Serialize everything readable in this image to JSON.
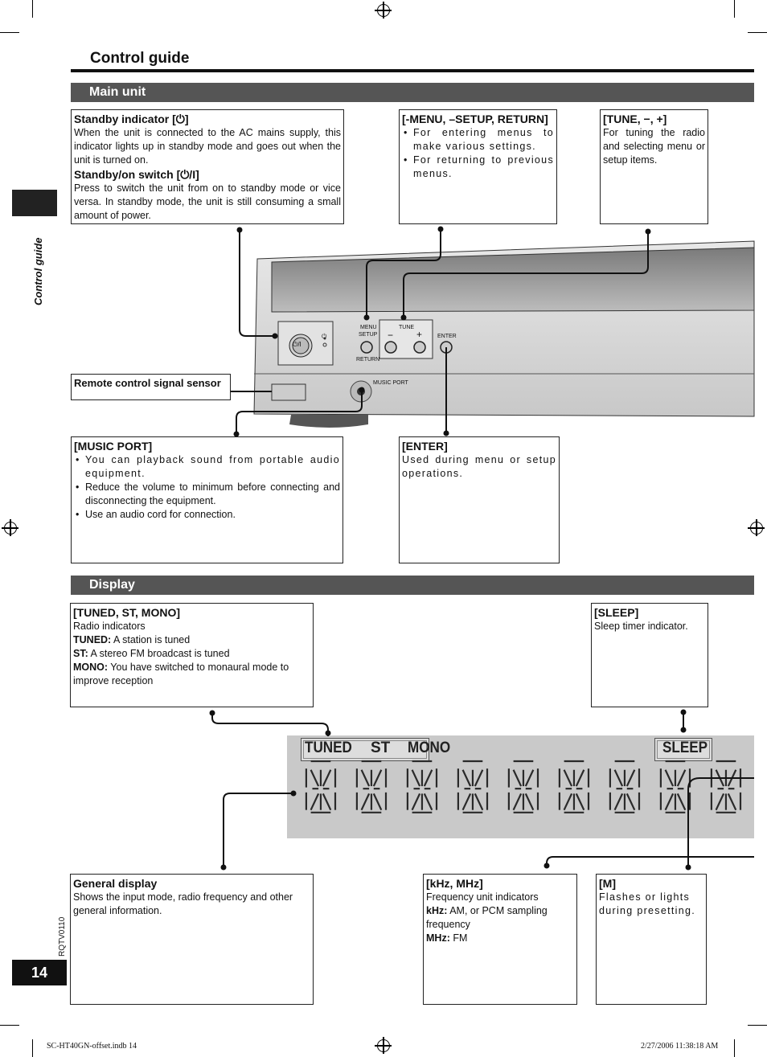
{
  "page": {
    "title": "Control guide",
    "side_label": "Control guide",
    "page_number": "14",
    "doc_code": "RQTV0110",
    "footer_left": "SC-HT40GN-offset.indb   14",
    "footer_right": "2/27/2006   11:38:18 AM"
  },
  "main_unit": {
    "heading": "Main unit",
    "standby": {
      "title": "Standby indicator [⏻]",
      "text": "When the unit is connected to the AC mains supply, this indicator lights up in standby mode and goes out when the unit is turned on.",
      "switch_title": "Standby/on switch [⏻/I]",
      "switch_text": "Press to switch the unit from on to standby mode or vice versa. In standby mode, the unit is still consuming a small amount of power."
    },
    "menu": {
      "title": "[-MENU, –SETUP, RETURN]",
      "items": [
        "For entering menus to make various settings.",
        "For returning to previous menus."
      ]
    },
    "tune": {
      "title": "[TUNE, −, +]",
      "text": "For tuning the radio and selecting menu or setup items."
    },
    "remote": {
      "title": "Remote control signal sensor"
    },
    "music_port": {
      "title": "[MUSIC PORT]",
      "items": [
        "You can playback sound from portable audio equipment.",
        "Reduce the volume to minimum before connecting and disconnecting the equipment.",
        "Use an audio cord for connection."
      ]
    },
    "enter": {
      "title": "[ENTER]",
      "text": "Used during menu or setup operations."
    },
    "device_labels": {
      "menu": "MENU",
      "setup": "SETUP",
      "return": "RETURN",
      "tune": "TUNE",
      "minus": "−",
      "plus": "+",
      "enter": "ENTER",
      "music_port": "MUSIC PORT",
      "power_symbol": "⏻/I",
      "standby_symbol": "⏻"
    }
  },
  "display": {
    "heading": "Display",
    "tuned_box": {
      "title": "[TUNED, ST, MONO]",
      "line1": "Radio indicators",
      "tuned_label": "TUNED:",
      "tuned_text": " A station is tuned",
      "st_label": "ST:",
      "st_text": " A stereo FM broadcast is tuned",
      "mono_label": "MONO:",
      "mono_text": " You have switched to monaural mode to improve reception"
    },
    "sleep_box": {
      "title": "[SLEEP]",
      "text": "Sleep timer indicator."
    },
    "general_box": {
      "title": "General display",
      "text": "Shows the input mode, radio frequency and other general information."
    },
    "khz_box": {
      "title": "[kHz, MHz]",
      "line1": "Frequency unit indicators",
      "khz_label": "kHz:",
      "khz_text": " AM, or PCM sampling frequency",
      "mhz_label": "MHz:",
      "mhz_text": " FM"
    },
    "m_box": {
      "title": "[M]",
      "text": "Flashes or lights during presetting."
    },
    "lcd": {
      "tuned": "TUNED",
      "st": "ST",
      "mono": "MONO",
      "sleep": "SLEEP",
      "digits": 9
    }
  },
  "colors": {
    "section_bar": "#555555",
    "lcd_bg": "#c9c9c9",
    "device_body": "#d9d9d9"
  }
}
